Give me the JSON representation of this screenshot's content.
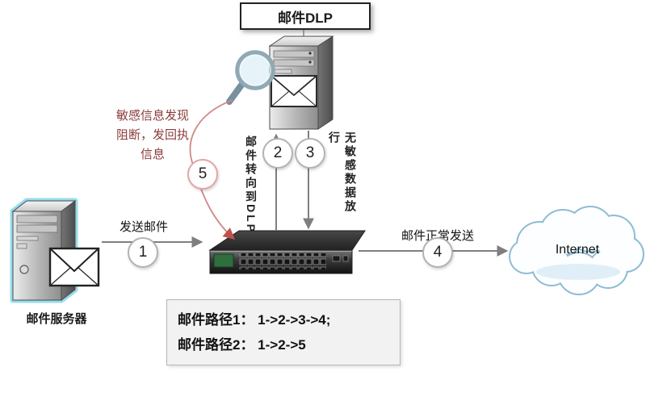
{
  "diagram": {
    "dlp_box": {
      "label": "邮件DLP"
    },
    "mail_server": {
      "label": "邮件服务器"
    },
    "internet": {
      "label": "Internet"
    },
    "flow_labels": {
      "send_mail": "发送邮件",
      "redirect_to_dlp": "邮件转向到DLP",
      "no_sensitive_release": "无敏感数据放行",
      "normal_send": "邮件正常发送",
      "sensitive_blocked": "敏感信息发现\n阻断，发回执\n信息"
    },
    "steps": [
      {
        "num": "1"
      },
      {
        "num": "2"
      },
      {
        "num": "3"
      },
      {
        "num": "4"
      },
      {
        "num": "5"
      }
    ],
    "legend": {
      "line1": "邮件路径1： 1->2->3->4;",
      "line2": "邮件路径2： 1->2->5"
    },
    "colors": {
      "arrow_gray": "#7f7f7f",
      "alert_red": "#c0504d",
      "cloud_stroke": "#8fbcd4",
      "circle_border": "#b3b3b3",
      "alert_circle_border": "#e3a6a6",
      "note_text": "#8b3c3c"
    }
  }
}
